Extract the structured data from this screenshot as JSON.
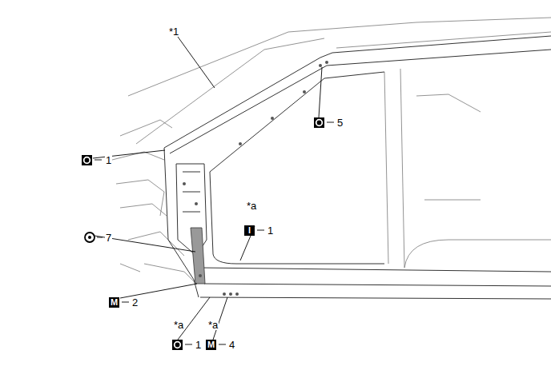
{
  "diagram": {
    "labels": [
      "*1",
      "1",
      "5",
      "*a",
      "I",
      "1",
      "7",
      "M",
      "2",
      "*a",
      "1",
      "*a",
      "M",
      "4"
    ]
  }
}
